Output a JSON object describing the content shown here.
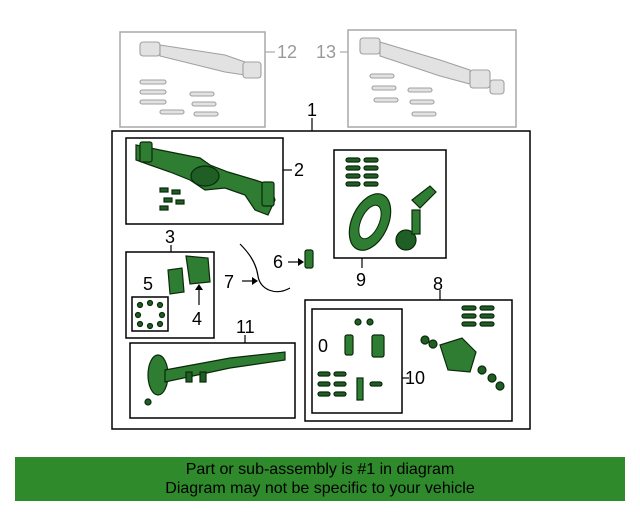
{
  "callouts": {
    "c1": "1",
    "c2": "2",
    "c3": "3",
    "c4": "4",
    "c5": "5",
    "c6": "6",
    "c7": "7",
    "c8": "8",
    "c9": "9",
    "c10": "10",
    "c11": "11",
    "c12": "12",
    "c13": "13",
    "c0": "0"
  },
  "banner": {
    "line1": "Part or sub-assembly is #1 in diagram",
    "line2": "Diagram may not be specific to your vehicle"
  },
  "colors": {
    "part_green": "#2e7d32",
    "banner_green": "#2f8a2c",
    "faded_gray": "#a8a8a8"
  }
}
